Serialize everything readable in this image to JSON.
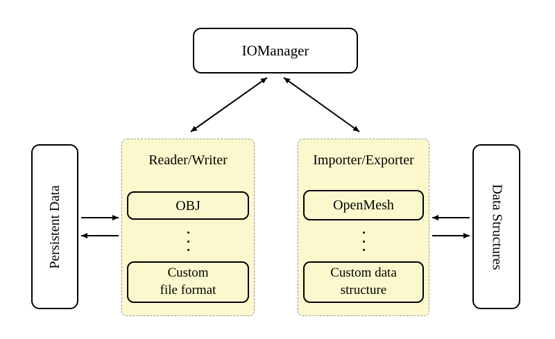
{
  "diagram": {
    "title": "IOManager architecture diagram",
    "colors": {
      "background": "#ffffff",
      "group_fill": "#FBF8CE",
      "group_border": "#969696",
      "node_border": "#000000",
      "arrow": "#000000",
      "text": "#000000"
    },
    "nodes": {
      "io_manager": "IOManager",
      "persistent_data": "Persistent Data",
      "data_structures": "Data Structures"
    },
    "groups": {
      "reader_writer": {
        "title": "Reader/Writer",
        "items": [
          "OBJ",
          "Custom\nfile format"
        ]
      },
      "importer_exporter": {
        "title": "Importer/Exporter",
        "items": [
          "OpenMesh",
          "Custom data\nstructure"
        ]
      }
    },
    "connections": [
      "IOManager <-> Reader/Writer",
      "IOManager <-> Importer/Exporter",
      "Persistent Data -> Reader/Writer",
      "Reader/Writer -> Persistent Data",
      "Data Structures -> Importer/Exporter",
      "Importer/Exporter -> Data Structures"
    ]
  }
}
